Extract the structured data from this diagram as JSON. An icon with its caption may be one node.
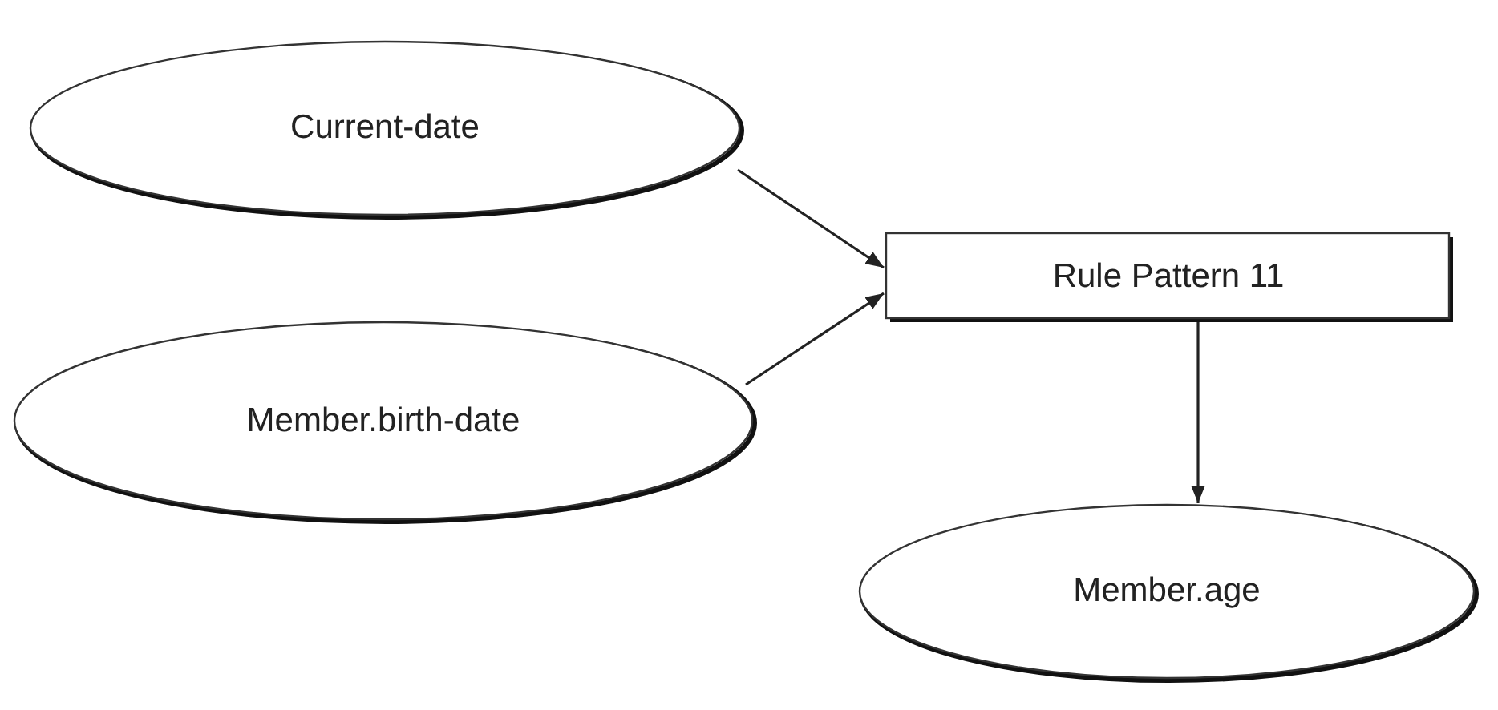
{
  "diagram": {
    "nodes": [
      {
        "text": [
          "Current-date"
        ]
      },
      {
        "text": [
          "Member.birth-date"
        ]
      },
      {
        "text": [
          "Rule Pattern 11"
        ]
      },
      {
        "text": [
          "Member.age"
        ]
      }
    ],
    "edges": [
      {
        "from": 0,
        "to": 2,
        "arrow": "to"
      },
      {
        "from": 1,
        "to": 2,
        "arrow": "to"
      },
      {
        "from": 2,
        "to": 3,
        "arrow": "to"
      }
    ]
  }
}
